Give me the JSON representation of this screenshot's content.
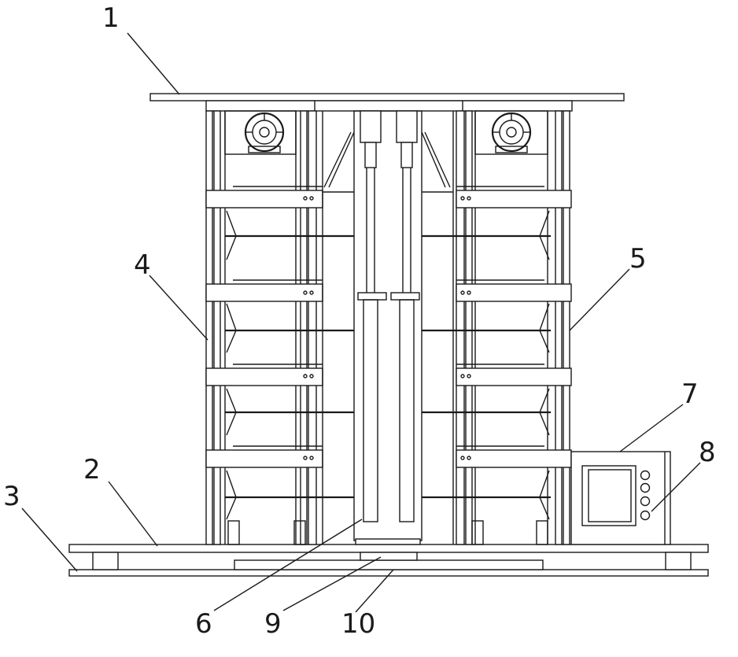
{
  "labels": {
    "l1": "1",
    "l2": "2",
    "l3": "3",
    "l4": "4",
    "l5": "5",
    "l6": "6",
    "l7": "7",
    "l8": "8",
    "l9": "9",
    "l10": "10"
  },
  "colors": {
    "line": "#1a1a1a",
    "background": "#ffffff"
  }
}
